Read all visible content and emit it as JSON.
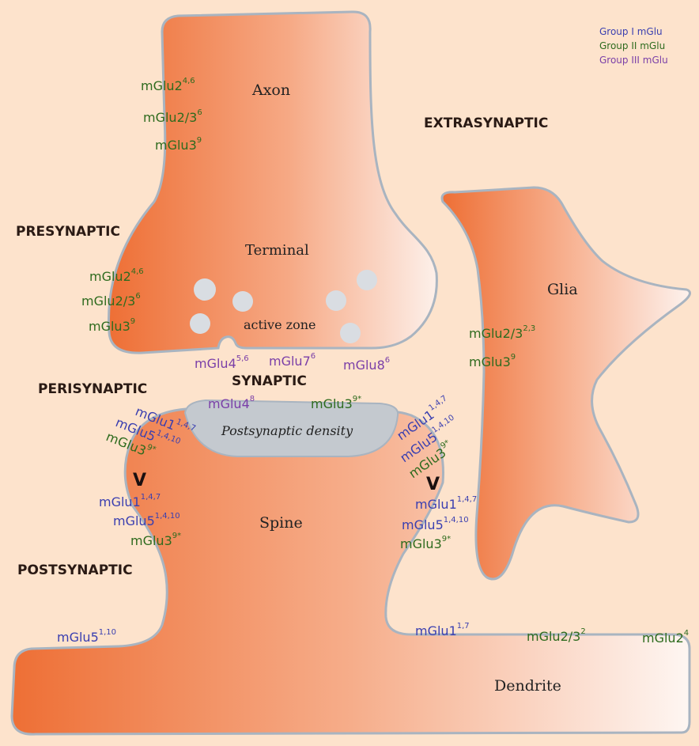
{
  "legend": {
    "group1": "Group I mGlu",
    "group2": "Group II mGlu",
    "group3": "Group III mGlu"
  },
  "regions": {
    "extrasynaptic": "EXTRASYNAPTIC",
    "presynaptic": "PRESYNAPTIC",
    "perisynaptic": "PERISYNAPTIC",
    "synaptic": "SYNAPTIC",
    "postsynaptic": "POSTSYNAPTIC"
  },
  "structures": {
    "axon": "Axon",
    "terminal": "Terminal",
    "active_zone": "active zone",
    "glia": "Glia",
    "postsynaptic_density": "Postsynaptic density",
    "spine": "Spine",
    "dendrite": "Dendrite"
  },
  "receptors": {
    "axon_mglu2": {
      "name": "mGlu2",
      "sup": "4,6"
    },
    "axon_mglu23": {
      "name": "mGlu2/3",
      "sup": "6"
    },
    "axon_mglu3": {
      "name": "mGlu3",
      "sup": "9"
    },
    "term_mglu2": {
      "name": "mGlu2",
      "sup": "4,6"
    },
    "term_mglu23": {
      "name": "mGlu2/3",
      "sup": "6"
    },
    "term_mglu3": {
      "name": "mGlu3",
      "sup": "9"
    },
    "az_mglu4": {
      "name": "mGlu4",
      "sup": "5,6"
    },
    "az_mglu7": {
      "name": "mGlu7",
      "sup": "6"
    },
    "az_mglu8": {
      "name": "mGlu8",
      "sup": "6"
    },
    "glia_mglu23": {
      "name": "mGlu2/3",
      "sup": "2,3"
    },
    "glia_mglu3": {
      "name": "mGlu3",
      "sup": "9"
    },
    "syn_mglu4": {
      "name": "mGlu4",
      "sup": "8"
    },
    "syn_mglu3": {
      "name": "mGlu3",
      "sup": "9*"
    },
    "peril_mglu1": {
      "name": "mGlu1",
      "sup": "1,4,7"
    },
    "peril_mglu5": {
      "name": "mGlu5",
      "sup": "1,4,10"
    },
    "peril_mglu3": {
      "name": "mGlu3",
      "sup": "9*"
    },
    "perir_mglu1": {
      "name": "mGlu1",
      "sup": "1,4,7"
    },
    "perir_mglu5": {
      "name": "mGlu5",
      "sup": "1,4,10"
    },
    "perir_mglu3": {
      "name": "mGlu3",
      "sup": "9*"
    },
    "postl_mglu1": {
      "name": "mGlu1",
      "sup": "1,4,7"
    },
    "postl_mglu5": {
      "name": "mGlu5",
      "sup": "1,4,10"
    },
    "postl_mglu3": {
      "name": "mGlu3",
      "sup": "9*"
    },
    "postr_mglu1": {
      "name": "mGlu1",
      "sup": "1,4,7"
    },
    "postr_mglu5": {
      "name": "mGlu5",
      "sup": "1,4,10"
    },
    "postr_mglu3": {
      "name": "mGlu3",
      "sup": "9*"
    },
    "dend_mglu5": {
      "name": "mGlu5",
      "sup": "1,10"
    },
    "dend_mglu1": {
      "name": "mGlu1",
      "sup": "1,7"
    },
    "dend_mglu23": {
      "name": "mGlu2/3",
      "sup": "2"
    },
    "dend_mglu2": {
      "name": "mGlu2",
      "sup": "4"
    }
  },
  "markers": {
    "caret": "V"
  },
  "colors": {
    "background": "#fde3cc",
    "cell_dark": "#ef7a44",
    "cell_light": "#fdeee6",
    "membrane": "#a9b4c0",
    "vesicle": "#d9dde2",
    "density": "#c4c9cf",
    "group1": "#3a3fb0",
    "group2": "#2e6b1e",
    "group3": "#7a3fa8"
  }
}
